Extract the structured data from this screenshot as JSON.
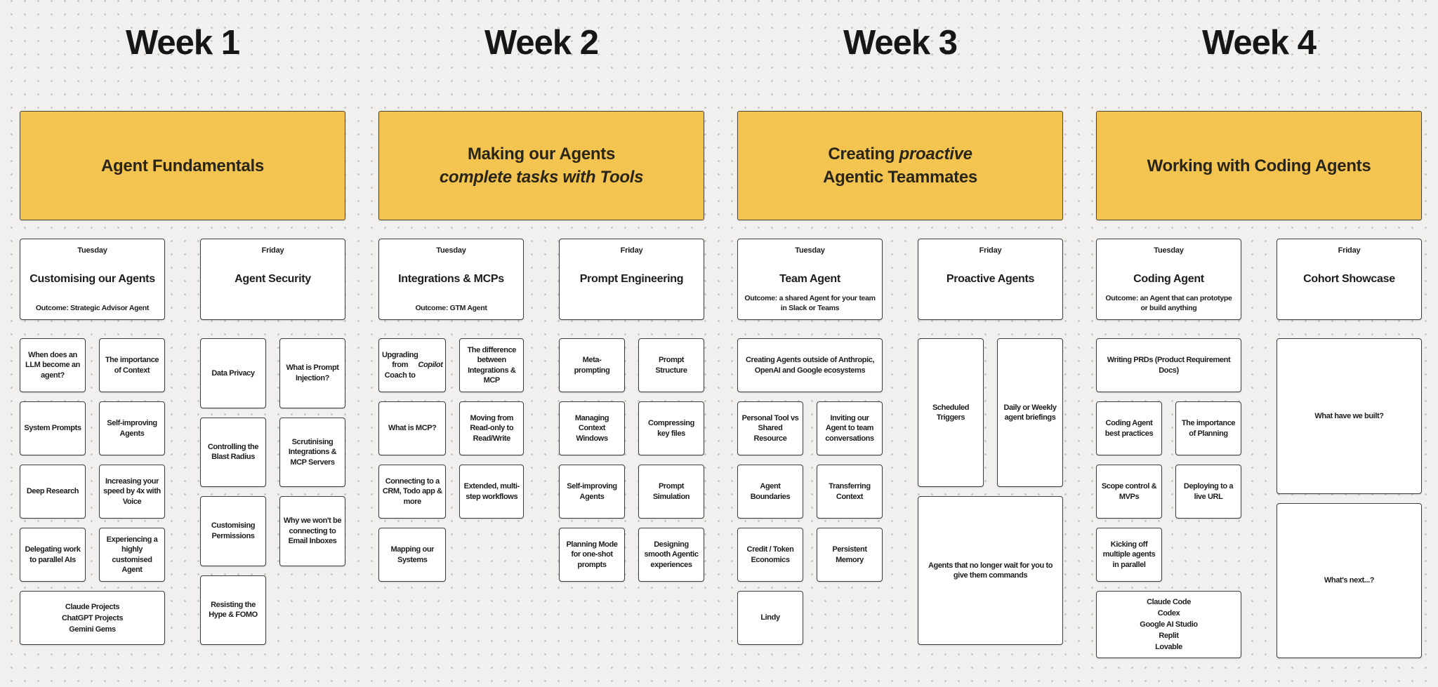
{
  "colors": {
    "background": "#f1f0ee",
    "dot": "#c6c3bf",
    "header_fill": "#f3c44f",
    "header_border": "#4a4337",
    "header_text": "#2a2519",
    "card_fill": "#ffffff",
    "card_border": "#3d3d3d",
    "text": "#1d1d1f"
  },
  "weeks": [
    {
      "title": "Week 1",
      "theme": {
        "title": "Agent Fundamentals"
      },
      "tuesday": {
        "day": "Tuesday",
        "title": "Customising our Agents",
        "outcome": "Outcome: Strategic Advisor Agent"
      },
      "friday": {
        "day": "Friday",
        "title": "Agent Security"
      },
      "colA": {
        "topics": [
          "When does an LLM become an agent?",
          "The importance of Context",
          "System Prompts",
          "Self-improving Agents",
          "Deep Research",
          "Increasing your speed by 4x with Voice",
          "Delegating work to parallel AIs",
          "Experiencing a highly customised Agent"
        ],
        "note": "Claude Projects\nChatGPT Projects\nGemini Gems"
      },
      "colB": {
        "topics": [
          "Data Privacy",
          "What is Prompt Injection?",
          "Controlling the Blast Radius",
          "Scrutinising Integrations & MCP Servers",
          "Customising Permissions",
          "Why we won't be connecting to Email Inboxes",
          "Resisting the Hype & FOMO"
        ]
      }
    },
    {
      "title": "Week 2",
      "theme": {
        "line1": "Making our Agents",
        "line2_italic": "complete tasks with Tools"
      },
      "tuesday": {
        "day": "Tuesday",
        "title": "Integrations & MCPs",
        "outcome": "Outcome: GTM Agent"
      },
      "friday": {
        "day": "Friday",
        "title": "Prompt Engineering"
      },
      "colA": {
        "topic1": {
          "prefix": "Upgrading from Coach to",
          "italic": "Copilot"
        },
        "topics": [
          "The difference between Integrations & MCP",
          "What is MCP?",
          "Moving from Read-only to Read/Write",
          "Connecting to a CRM, Todo app & more",
          "Extended, multi-step workflows",
          "Mapping our Systems"
        ]
      },
      "colB": {
        "topics": [
          "Meta-\nprompting",
          "Prompt Structure",
          "Managing Context Windows",
          "Compressing key files",
          "Self-improving Agents",
          "Prompt Simulation",
          "Planning Mode for one-shot prompts",
          "Designing smooth Agentic experiences"
        ]
      }
    },
    {
      "title": "Week 3",
      "theme": {
        "line1_normal": "Creating",
        "line1_italic": "proactive",
        "line2": "Agentic Teammates"
      },
      "tuesday": {
        "day": "Tuesday",
        "title": "Team Agent",
        "outcome": "Outcome: a shared Agent for your team\nin Slack or Teams"
      },
      "friday": {
        "day": "Friday",
        "title": "Proactive Agents"
      },
      "colA": {
        "wide1": "Creating Agents outside of Anthropic,\nOpenAI and Google ecosystems",
        "topics": [
          "Personal Tool vs Shared Resource",
          "Inviting our Agent to team conversations",
          "Agent Boundaries",
          "Transferring Context",
          "Credit / Token Economics",
          "Persistent Memory",
          "Lindy"
        ]
      },
      "colB": {
        "topics": [
          "Scheduled Triggers",
          "Daily or Weekly agent briefings"
        ],
        "wide1": "Agents that no longer wait for you to\ngive them commands"
      }
    },
    {
      "title": "Week 4",
      "theme": {
        "title": "Working with Coding Agents"
      },
      "tuesday": {
        "day": "Tuesday",
        "title": "Coding Agent",
        "outcome": "Outcome: an Agent that can prototype\nor build anything"
      },
      "friday": {
        "day": "Friday",
        "title": "Cohort Showcase"
      },
      "colA": {
        "wide1": "Writing PRDs (Product Requirement\nDocs)",
        "topics": [
          "Coding Agent best practices",
          "The importance of Planning",
          "Scope control & MVPs",
          "Deploying to a live URL",
          "Kicking off multiple agents in parallel"
        ],
        "note": "Claude Code\nCodex\nGoogle AI Studio\nReplit\nLovable"
      },
      "colB": {
        "wide1": "What have we built?",
        "wide2": "What's next...?"
      }
    }
  ]
}
